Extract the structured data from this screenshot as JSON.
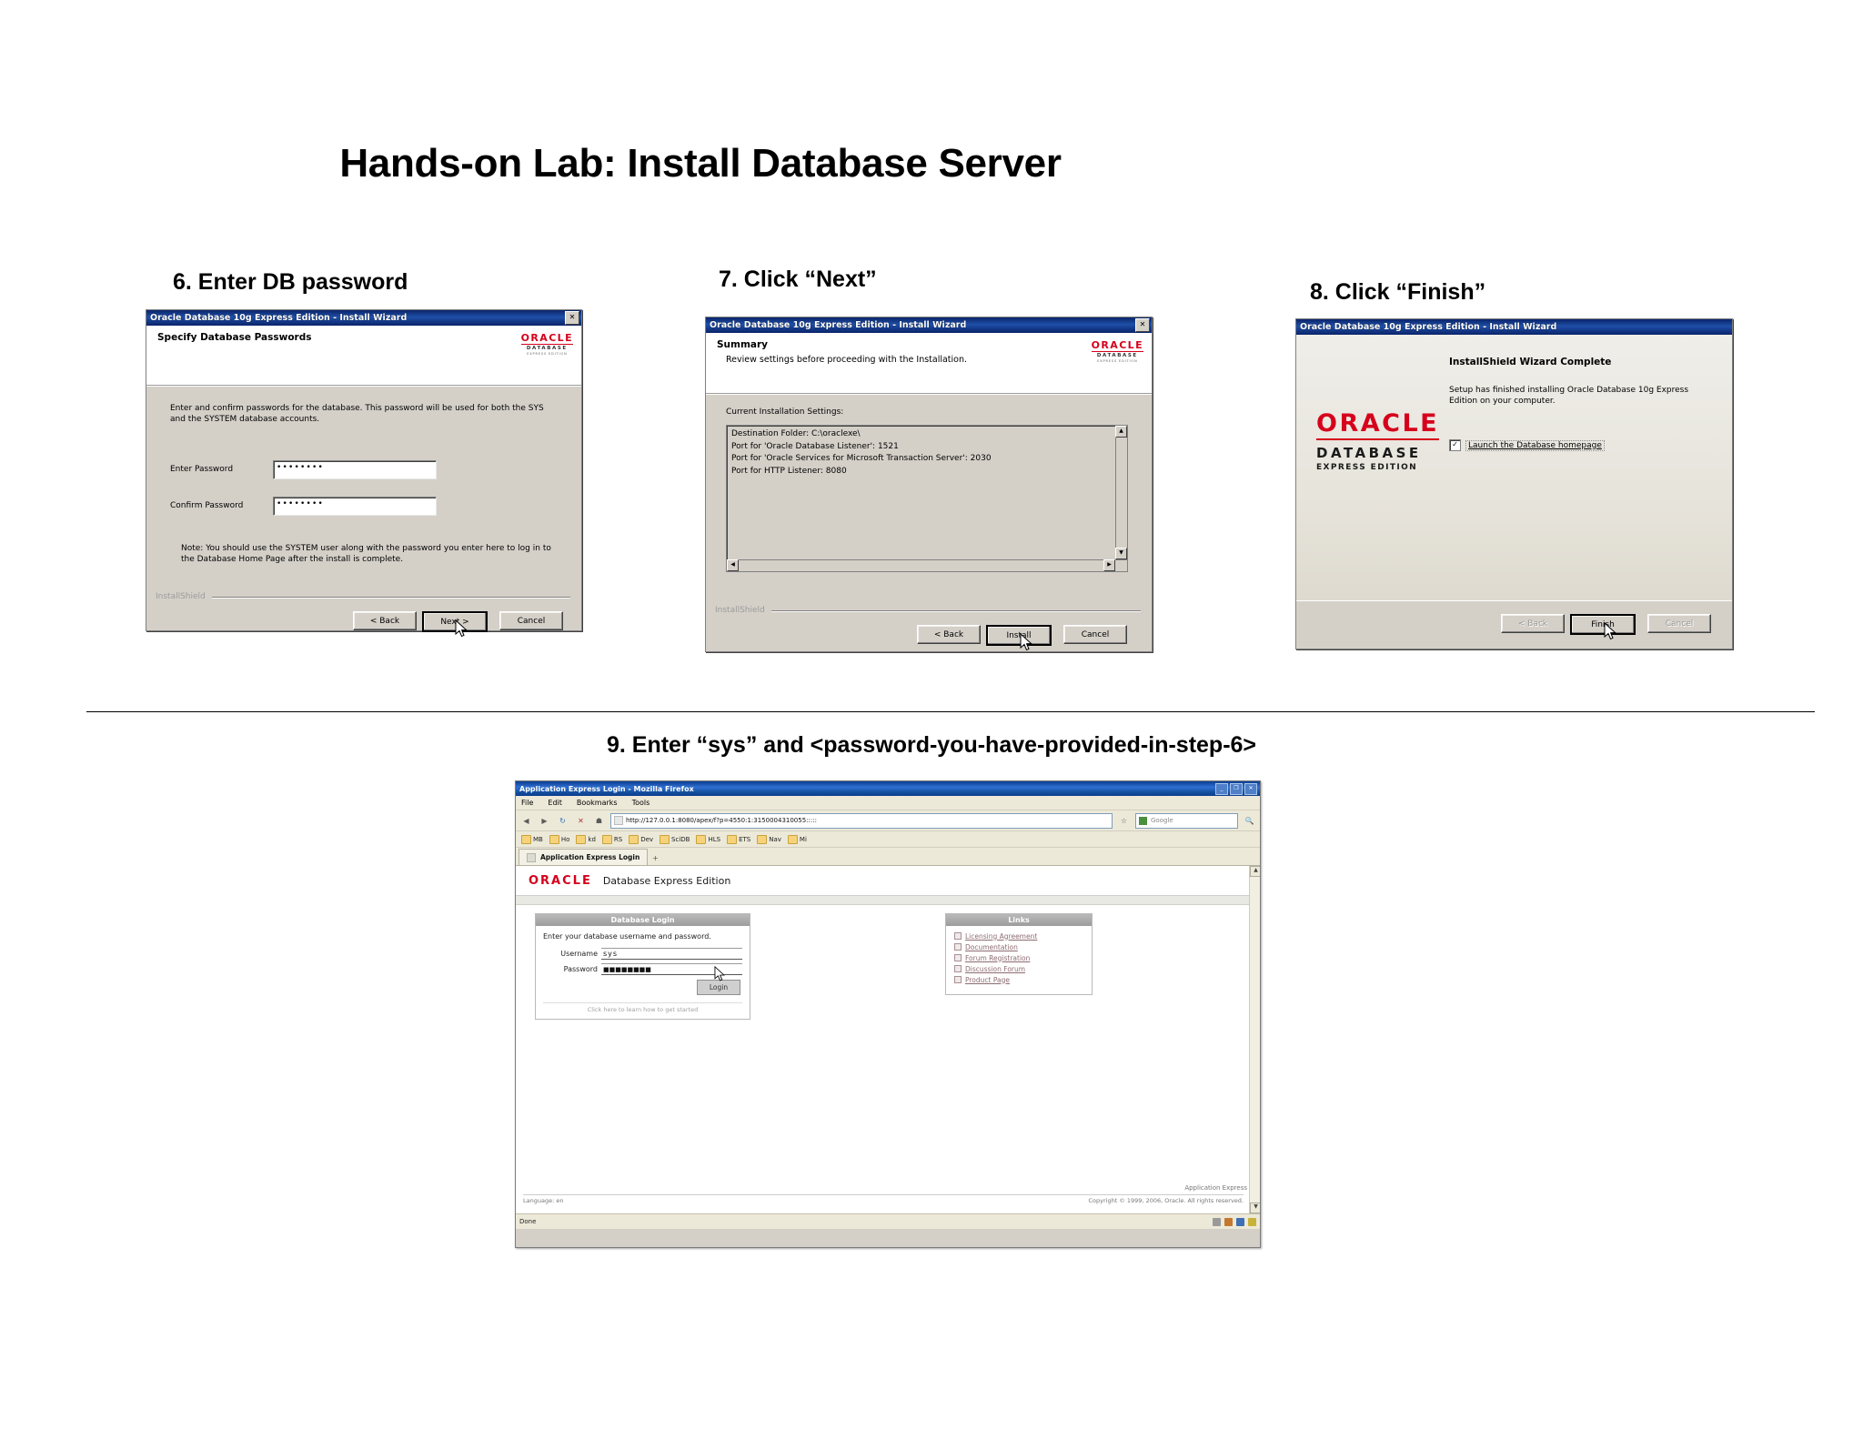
{
  "slide": {
    "title": "Hands-on Lab: Install Database Server",
    "steps": {
      "step6": "6. Enter DB password",
      "step7": "7. Click “Next”",
      "step8": "8. Click “Finish”",
      "step9": "9. Enter “sys” and <password-you-have-provided-in-step-6>"
    }
  },
  "dialog6": {
    "title": "Oracle Database 10g Express Edition - Install Wizard",
    "close_label": "✕",
    "header": "Specify Database Passwords",
    "body_text": "Enter and confirm passwords for the database.  This password will be used for both the SYS and the SYSTEM database accounts.",
    "enter_password_label": "Enter Password",
    "enter_password_value": "••••••••",
    "confirm_password_label": "Confirm Password",
    "confirm_password_value": "••••••••",
    "note_text": "Note: You should use the SYSTEM user along with the password you enter here to log in to the Database Home Page after the install is complete.",
    "brand": "InstallShield",
    "buttons": {
      "back": "< Back",
      "next": "Next >",
      "cancel": "Cancel"
    },
    "oracle_logo": {
      "line1": "ORACLE",
      "line2": "DATABASE",
      "line3": "EXPRESS EDITION"
    }
  },
  "dialog7": {
    "title": "Oracle Database 10g Express Edition - Install Wizard",
    "close_label": "✕",
    "header": "Summary",
    "subheader": "Review settings before proceeding with the Installation.",
    "list_label": "Current Installation Settings:",
    "settings": [
      "Destination Folder: C:\\oraclexe\\",
      "Port for 'Oracle Database Listener': 1521",
      "Port for 'Oracle Services for Microsoft Transaction Server': 2030",
      "Port for HTTP Listener: 8080"
    ],
    "brand": "InstallShield",
    "buttons": {
      "back": "< Back",
      "install": "Install",
      "cancel": "Cancel"
    },
    "oracle_logo": {
      "line1": "ORACLE",
      "line2": "DATABASE",
      "line3": "EXPRESS EDITION"
    }
  },
  "dialog8": {
    "title": "Oracle Database 10g Express Edition - Install Wizard",
    "header": "InstallShield Wizard Complete",
    "body_text": "Setup has finished installing Oracle Database 10g Express Edition on your computer.",
    "checkbox_label": "Launch the Database homepage",
    "checkbox_checked": true,
    "check_glyph": "✓",
    "buttons": {
      "back": "< Back",
      "finish": "Finish",
      "cancel": "Cancel"
    },
    "oracle_logo": {
      "line1": "ORACLE",
      "line2": "DATABASE",
      "line3": "EXPRESS EDITION"
    }
  },
  "browser": {
    "title": "Application Express Login - Mozilla Firefox",
    "window_buttons": {
      "minimize": "_",
      "maximize": "❐",
      "close": "✕"
    },
    "menus": [
      "File",
      "Edit",
      "Bookmarks",
      "Tools"
    ],
    "nav_icons": [
      "back-icon",
      "forward-icon",
      "reload-icon",
      "stop-icon",
      "home-icon"
    ],
    "url": "http://127.0.0.1:8080/apex/f?p=4550:1:3150004310055:::::",
    "search_placeholder": "Google",
    "bookmarks": [
      "MB",
      "Ho",
      "kd",
      "RS",
      "Dev",
      "SciDB",
      "HLS",
      "ETS",
      "Nav",
      "Mi"
    ],
    "tab_label": "Application Express Login",
    "page": {
      "brand_oracle": "ORACLE",
      "brand_product": "Database Express Edition",
      "login_panel_title": "Database Login",
      "login_intro": "Enter your database username and password.",
      "username_label": "Username",
      "username_value": "sys",
      "password_label": "Password",
      "password_value": "■■■■■■■■",
      "login_button": "Login",
      "login_footer": "Click here to learn how to get started",
      "links_panel_title": "Links",
      "links": [
        "Licensing Agreement",
        "Documentation",
        "Forum Registration",
        "Discussion Forum",
        "Product Page"
      ],
      "app_express_label": "Application Express",
      "language_label": "Language: en",
      "copyright": "Copyright © 1999, 2006, Oracle. All rights reserved."
    },
    "status_text": "Done"
  },
  "colors": {
    "oracle_red": "#d6001c",
    "titlebar_blue": "#0a246a",
    "dialog_face": "#d4d0c8"
  }
}
